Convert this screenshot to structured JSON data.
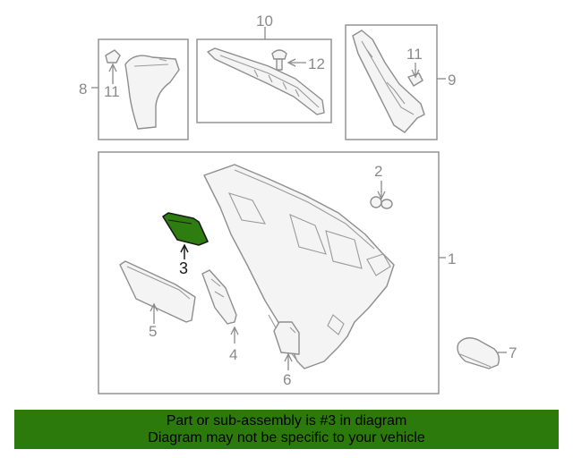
{
  "callouts": {
    "c1": "1",
    "c2": "2",
    "c3": "3",
    "c4": "4",
    "c5": "5",
    "c6": "6",
    "c7": "7",
    "c8": "8",
    "c9": "9",
    "c10": "10",
    "c11a": "11",
    "c11b": "11",
    "c12": "12"
  },
  "highlight_part": "3",
  "colors": {
    "highlight_fill": "#2e7d10",
    "banner_bg": "#2c7a0b",
    "line_gray": "#8e8e8e"
  },
  "banner": {
    "line1": "Part or sub-assembly is #3 in diagram",
    "line2": "Diagram may not be specific to your vehicle"
  }
}
